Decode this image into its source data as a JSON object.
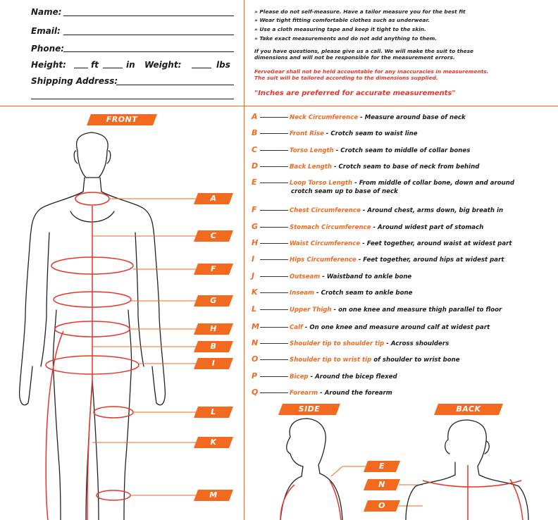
{
  "form": {
    "name_label": "Name:",
    "email_label": "Email:",
    "phone_label": "Phone:",
    "height_label": "Height:",
    "ft_label": "ft",
    "in_label": "in",
    "weight_label": "Weight:",
    "lbs_label": "lbs",
    "shipping_label": "Shipping Address:"
  },
  "instructions": {
    "tips": [
      "» Please do not self-measure. Have a tailor measure you for the best fit",
      "» Wear tight fitting comfortable clothes such as underwear.",
      "» Use a cloth measuring tape and keep it tight to the skin.",
      "» Take exact measurements and do not add anything to them."
    ],
    "questions": [
      "If you have questions, please give us a call. We will make the suit to these",
      "dimensions and will not be responsible for the measurement errors."
    ],
    "disclaimer": [
      "FervoGear shall not be held accountable for any inaccuracies in measurements.",
      "The suit will be tailored according to the dimensions supplied."
    ],
    "inches_note": "\"Inches are preferred for accurate measurements\""
  },
  "views": {
    "front": "FRONT",
    "side": "SIDE",
    "back": "BACK"
  },
  "front_markers": [
    "A",
    "C",
    "F",
    "G",
    "H",
    "B",
    "I",
    "L",
    "K",
    "M"
  ],
  "side_markers": [
    "E",
    "N",
    "O"
  ],
  "measurements": [
    {
      "letter": "A",
      "term": "Neck Circumference",
      "desc": " - Measure around base of neck"
    },
    {
      "letter": "B",
      "term": "Front Rise",
      "desc": " - Crotch seam to waist line"
    },
    {
      "letter": "C",
      "term": "Torso Length",
      "desc": " - Crotch seam to middle of collar bones"
    },
    {
      "letter": "D",
      "term": "Back Length",
      "desc": " - Crotch seam to base of neck from behind"
    },
    {
      "letter": "E",
      "term": "Loop Torso Length",
      "desc": " - From middle of collar bone, down and around",
      "desc2": "crotch seam up to base of neck"
    },
    {
      "letter": "F",
      "term": "Chest Circumference",
      "desc": " - Around chest, arms down, big breath in"
    },
    {
      "letter": "G",
      "term": "Stomach Circumference",
      "desc": " - Around widest part of stomach"
    },
    {
      "letter": "H",
      "term": "Waist Circumference",
      "desc": " - Feet together, around waist at widest part"
    },
    {
      "letter": "I",
      "term": "Hips Circumference",
      "desc": " - Feet together, around hips at widest part"
    },
    {
      "letter": "J",
      "term": "Outseam",
      "desc": " - Waistband to ankle bone"
    },
    {
      "letter": "K",
      "term": "Inseam",
      "desc": " - Crotch seam to ankle bone"
    },
    {
      "letter": "L",
      "term": "Upper Thigh",
      "desc": " - on one knee and measure thigh parallel to floor"
    },
    {
      "letter": "M",
      "term": "Calf",
      "desc": " - On one knee and measure around calf at widest part"
    },
    {
      "letter": "N",
      "term": "Shoulder tip to shoulder tip",
      "desc": " - Across shoulders"
    },
    {
      "letter": "O",
      "term": "Shoulder tip to wrist tip",
      "desc": " of shoulder to wrist bone"
    },
    {
      "letter": "P",
      "term": "Bicep",
      "desc": " - Around the bicep flexed"
    },
    {
      "letter": "Q",
      "term": "Forearm",
      "desc": " - Around the forearm"
    }
  ],
  "colors": {
    "accent": "#f26a20",
    "red": "#e8352a"
  }
}
